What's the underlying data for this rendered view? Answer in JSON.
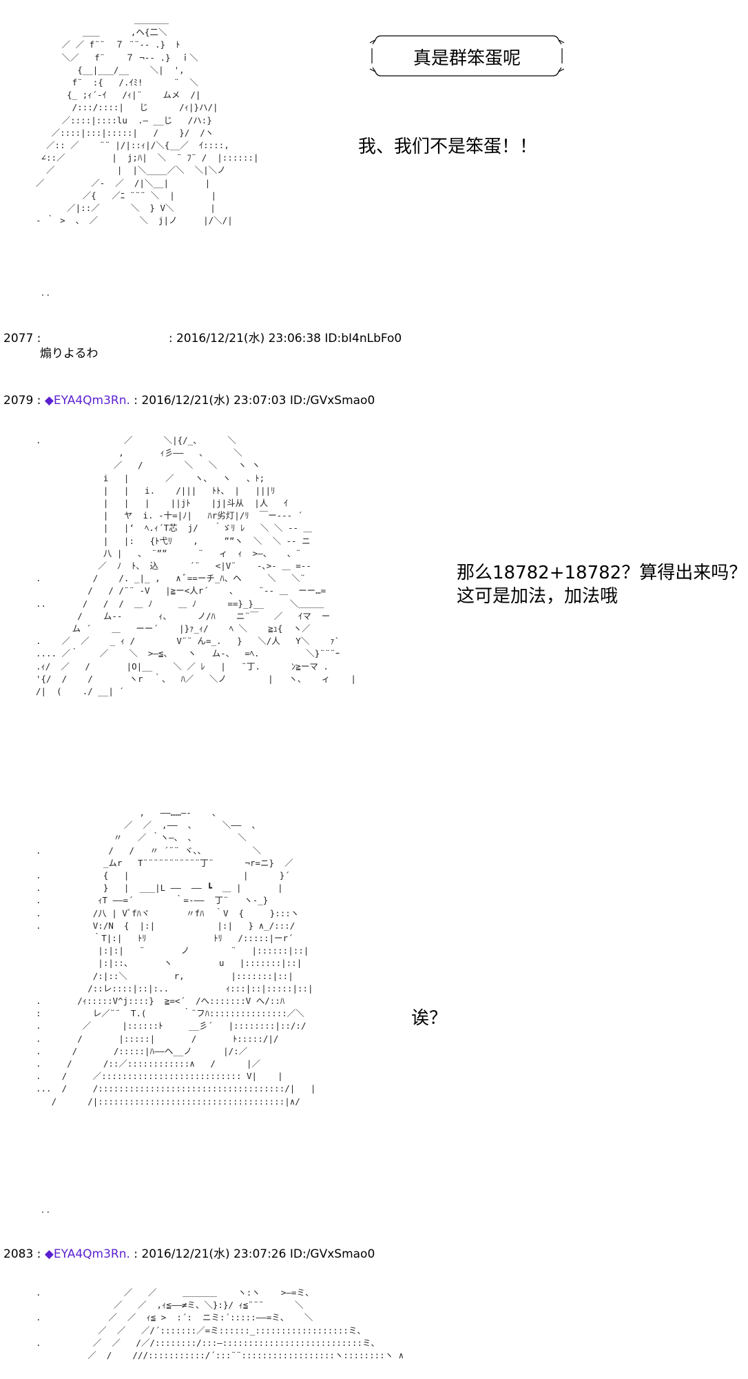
{
  "speech": {
    "bubble_1": "真是群笨蛋呢",
    "line_1": "我、我们不是笨蛋！！",
    "line_2": "那么18782+18782？算得出来吗？\n这可是加法，加法哦",
    "line_3": "诶？"
  },
  "posts": [
    {
      "number": "2077",
      "name": "",
      "date": "2016/12/21(水) 23:06:38",
      "id": "ID:bI4nLbFo0",
      "body": "煽りよるわ"
    },
    {
      "number": "2079",
      "trip_mark": "◆",
      "name": "EYA4Qm3Rn.",
      "date": "2016/12/21(水) 23:07:03",
      "id": "ID:/GVxSmao0"
    },
    {
      "number": "2083",
      "trip_mark": "◆",
      "name": "EYA4Qm3Rn.",
      "date": "2016/12/21(水) 23:07:26",
      "id": "ID:/GVxSmao0"
    }
  ],
  "separators": {
    "dots_1": "..",
    "dots_2": ".."
  },
  "colors": {
    "trip": "#5a1fd1"
  }
}
